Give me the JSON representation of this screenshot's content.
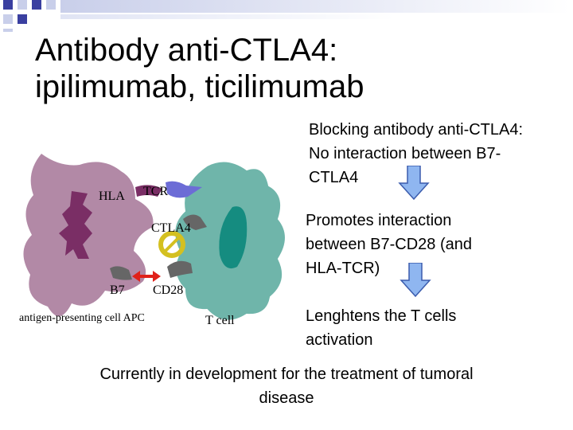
{
  "title": "Antibody anti-CTLA4:\nipilimumab, ticilimumab",
  "diagram": {
    "labels": {
      "hla": "HLA",
      "tcr": "TCR",
      "ctla4": "CTLA4",
      "b7": "B7",
      "cd28": "CD28",
      "apc": "antigen-presenting cell APC",
      "tcell": "T cell"
    },
    "colors": {
      "apc_outer": "#b289a6",
      "apc_inner": "#7a2e65",
      "tcell_body": "#6fb5aa",
      "tcell_nucleus": "#158c80",
      "receptor": "#6c6cd6",
      "arrow": "#e0211a",
      "antibody": "#d4c020"
    }
  },
  "points": [
    {
      "text": "Blocking antibody anti-CTLA4:\nNo interaction between B7-\nCTLA4"
    },
    {
      "text": "Promotes interaction\nbetween B7-CD28 (and\nHLA-TCR)"
    },
    {
      "text": "Lenghtens the T cells\nactivation"
    }
  ],
  "footer": "Currently in development for the treatment of tumoral\ndisease",
  "arrow_color": "#8fb6f0"
}
